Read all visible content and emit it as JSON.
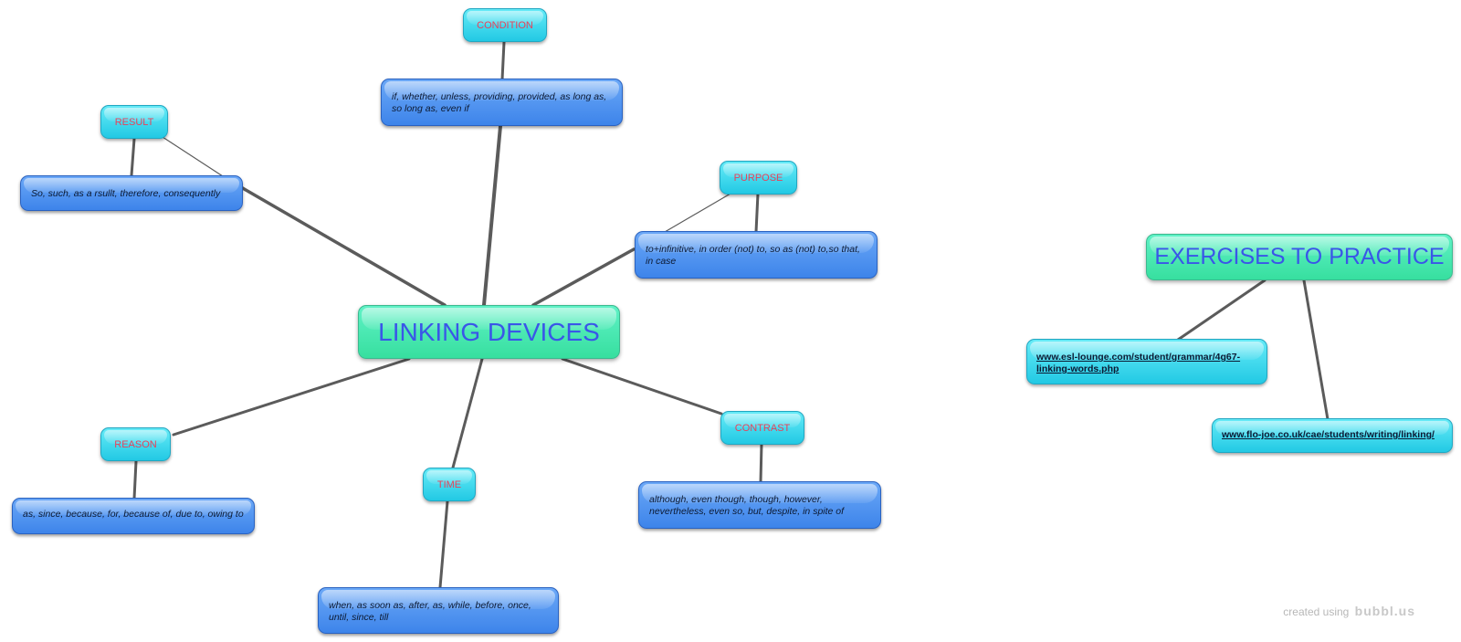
{
  "colors": {
    "main_node": "#37df9f",
    "category_node": "#22c9e4",
    "detail_node": "#3d84ea",
    "main_text": "#3a56e8",
    "category_text": "#e8425a",
    "connector": "#5b5b5b"
  },
  "mindmap": {
    "central_title": "LINKING DEVICES",
    "categories": {
      "condition": {
        "label": "CONDITION",
        "words": "if, whether, unless, providing, provided, as long as, so long as, even if"
      },
      "result": {
        "label": "RESULT",
        "words": "So, such, as a rsullt, therefore, consequently"
      },
      "purpose": {
        "label": "PURPOSE",
        "words": "to+infinitive, in order (not) to, so as (not) to,so that, in case"
      },
      "reason": {
        "label": "REASON",
        "words": "as, since, because, for, because of, due to, owing to"
      },
      "time": {
        "label": "TIME",
        "words": "when, as soon as, after, as, while, before, once, until, since, till"
      },
      "contrast": {
        "label": "CONTRAST",
        "words": "although, even though, though, however, nevertheless, even so, but, despite, in spite of"
      }
    }
  },
  "exercises": {
    "title": "EXERCISES TO PRACTICE",
    "links": {
      "esl": "www.esl-lounge.com/student/grammar/4g67-linking-words.php",
      "flojoe": "www.flo-joe.co.uk/cae/students/writing/linking/"
    }
  },
  "watermark": {
    "text": "created using",
    "brand": "bubbl.us"
  }
}
